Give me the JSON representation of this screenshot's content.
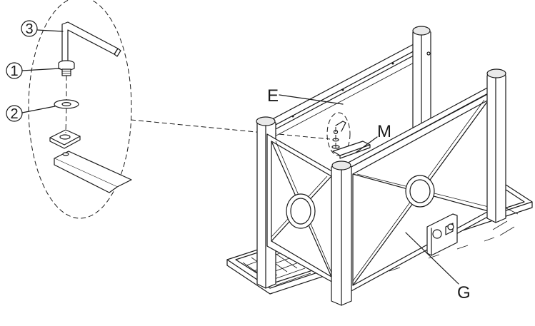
{
  "callouts": {
    "c1": "1",
    "c2": "2",
    "c3": "3"
  },
  "labels": {
    "E": "E",
    "M": "M",
    "G": "G"
  }
}
